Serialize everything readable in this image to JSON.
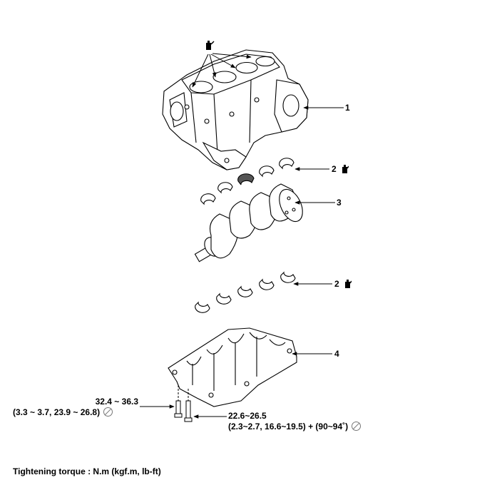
{
  "callouts": [
    {
      "id": "1",
      "label": "1"
    },
    {
      "id": "2a",
      "label": "2"
    },
    {
      "id": "3",
      "label": "3"
    },
    {
      "id": "2b",
      "label": "2"
    },
    {
      "id": "4",
      "label": "4"
    }
  ],
  "torque_left": {
    "line1": "32.4 ~ 36.3",
    "line2": "(3.3 ~ 3.7, 23.9 ~ 26.8)"
  },
  "torque_right": {
    "line1": "22.6~26.5",
    "line2": "(2.3~2.7, 16.6~19.5) + (90~94˚)"
  },
  "footer_note": "Tightening torque : N.m (kgf.m, lb-ft)",
  "icons": [
    "oil-can-icon",
    "no-reuse-icon"
  ],
  "colors": {
    "line": "#000000",
    "fill": "#ffffff",
    "symbol": "#777777"
  }
}
